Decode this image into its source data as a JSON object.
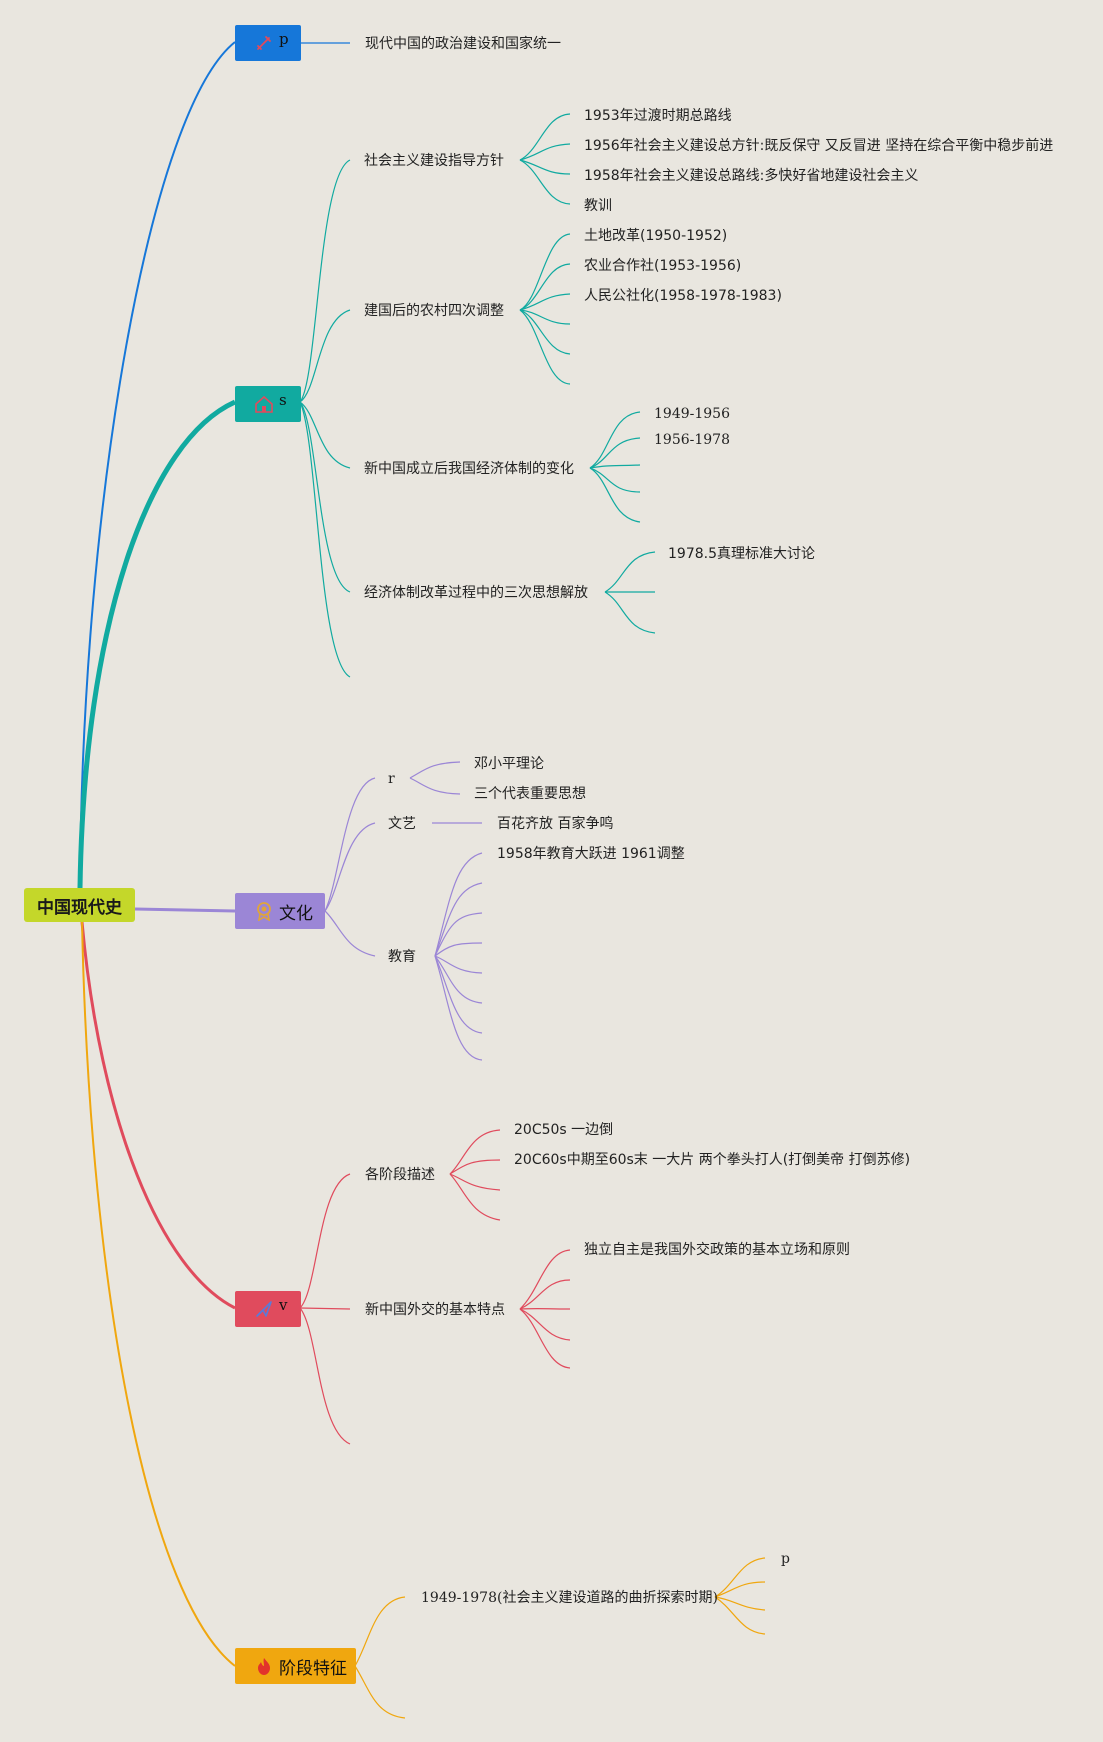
{
  "root": {
    "label": "中国现代史"
  },
  "branches": {
    "p": {
      "label": "p",
      "color": "#1677d9",
      "icon": "sword-icon",
      "child": "现代中国的政治建设和国家统一"
    },
    "s": {
      "label": "s",
      "color": "#11aaa0",
      "icon": "house-icon",
      "guide": {
        "label": "社会主义建设指导方针",
        "items": [
          "1953年过渡时期总路线",
          "1956年社会主义建设总方针:既反保守 又反冒进 坚持在综合平衡中稳步前进",
          "1958年社会主义建设总路线:多快好省地建设社会主义",
          "教训"
        ]
      },
      "rural": {
        "label": "建国后的农村四次调整",
        "items": [
          "土地改革(1950-1952)",
          "农业合作社(1953-1956)",
          "人民公社化(1958-1978-1983)"
        ]
      },
      "economy": {
        "label": "新中国成立后我国经济体制的变化",
        "items": [
          "1949-1956",
          "1956-1978"
        ]
      },
      "thought": {
        "label": "经济体制改革过程中的三次思想解放",
        "items": [
          "1978.5真理标准大讨论"
        ]
      }
    },
    "culture": {
      "label": "文化",
      "color": "#9b86d6",
      "icon": "medal-icon",
      "r": {
        "label": "r",
        "items": [
          "邓小平理论",
          "三个代表重要思想"
        ]
      },
      "arts": {
        "label": "文艺",
        "item": "百花齐放 百家争鸣"
      },
      "edu": {
        "label": "教育",
        "items": [
          "1958年教育大跃进 1961调整"
        ]
      }
    },
    "v": {
      "label": "v",
      "color": "#e04b5d",
      "icon": "rocket-icon",
      "stages": {
        "label": "各阶段描述",
        "items": [
          "20C50s 一边倒",
          "20C60s中期至60s末 一大片 两个拳头打人(打倒美帝 打倒苏修)"
        ]
      },
      "features": {
        "label": "新中国外交的基本特点",
        "items": [
          "独立自主是我国外交政策的基本立场和原则"
        ]
      }
    },
    "stage": {
      "label": "阶段特征",
      "color": "#f0a70f",
      "icon": "fire-icon",
      "period": {
        "label": "1949-1978(社会主义建设道路的曲折探索时期)",
        "items": [
          "p"
        ]
      }
    }
  }
}
